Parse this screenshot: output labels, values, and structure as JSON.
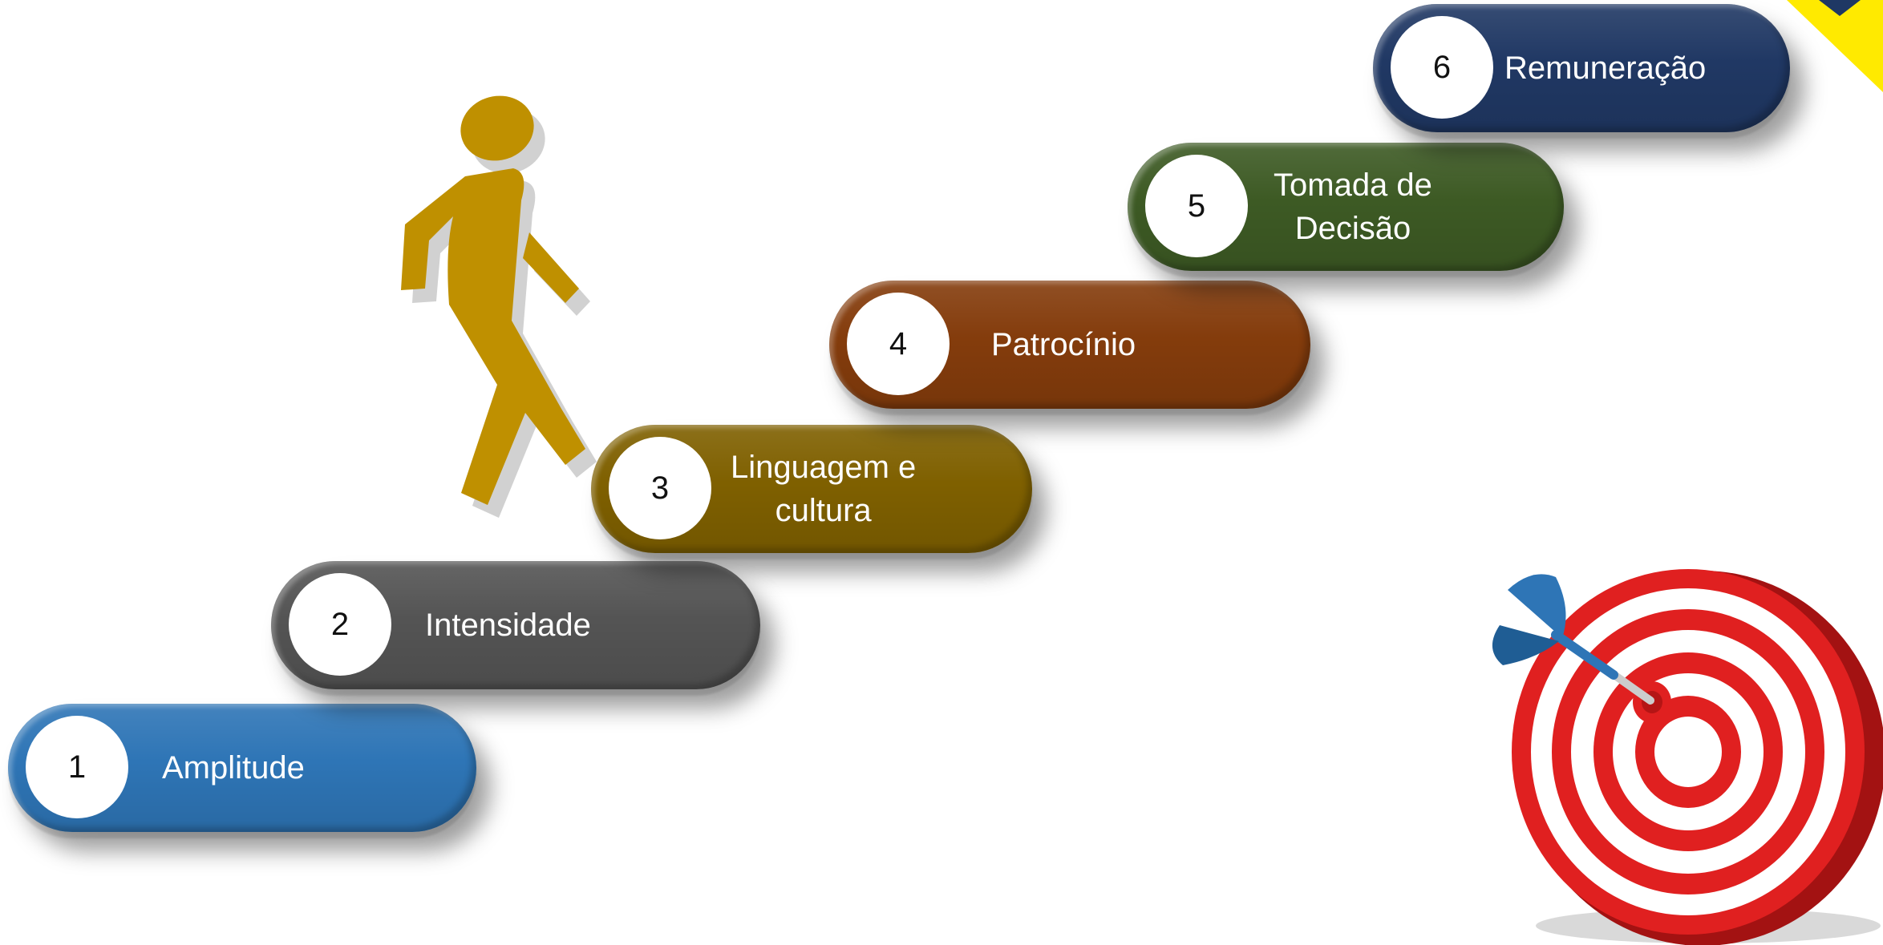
{
  "steps": [
    {
      "number": "1",
      "label": "Amplitude",
      "color": "#2E75B6"
    },
    {
      "number": "2",
      "label": "Intensidade",
      "color": "#545454"
    },
    {
      "number": "3",
      "label": "Linguagem e\ncultura",
      "color": "#7F6000"
    },
    {
      "number": "4",
      "label": "Patrocínio",
      "color": "#843C0C"
    },
    {
      "number": "5",
      "label": "Tomada de\nDecisão",
      "color": "#3D5A24"
    },
    {
      "number": "6",
      "label": "Remuneração",
      "color": "#203864"
    }
  ],
  "figure_color": "#BF9000",
  "target_colors": {
    "ring": "#E02020",
    "dart": "#2E75B6"
  },
  "corner_colors": {
    "yellow": "#FFEA00",
    "navy": "#1F3864"
  }
}
